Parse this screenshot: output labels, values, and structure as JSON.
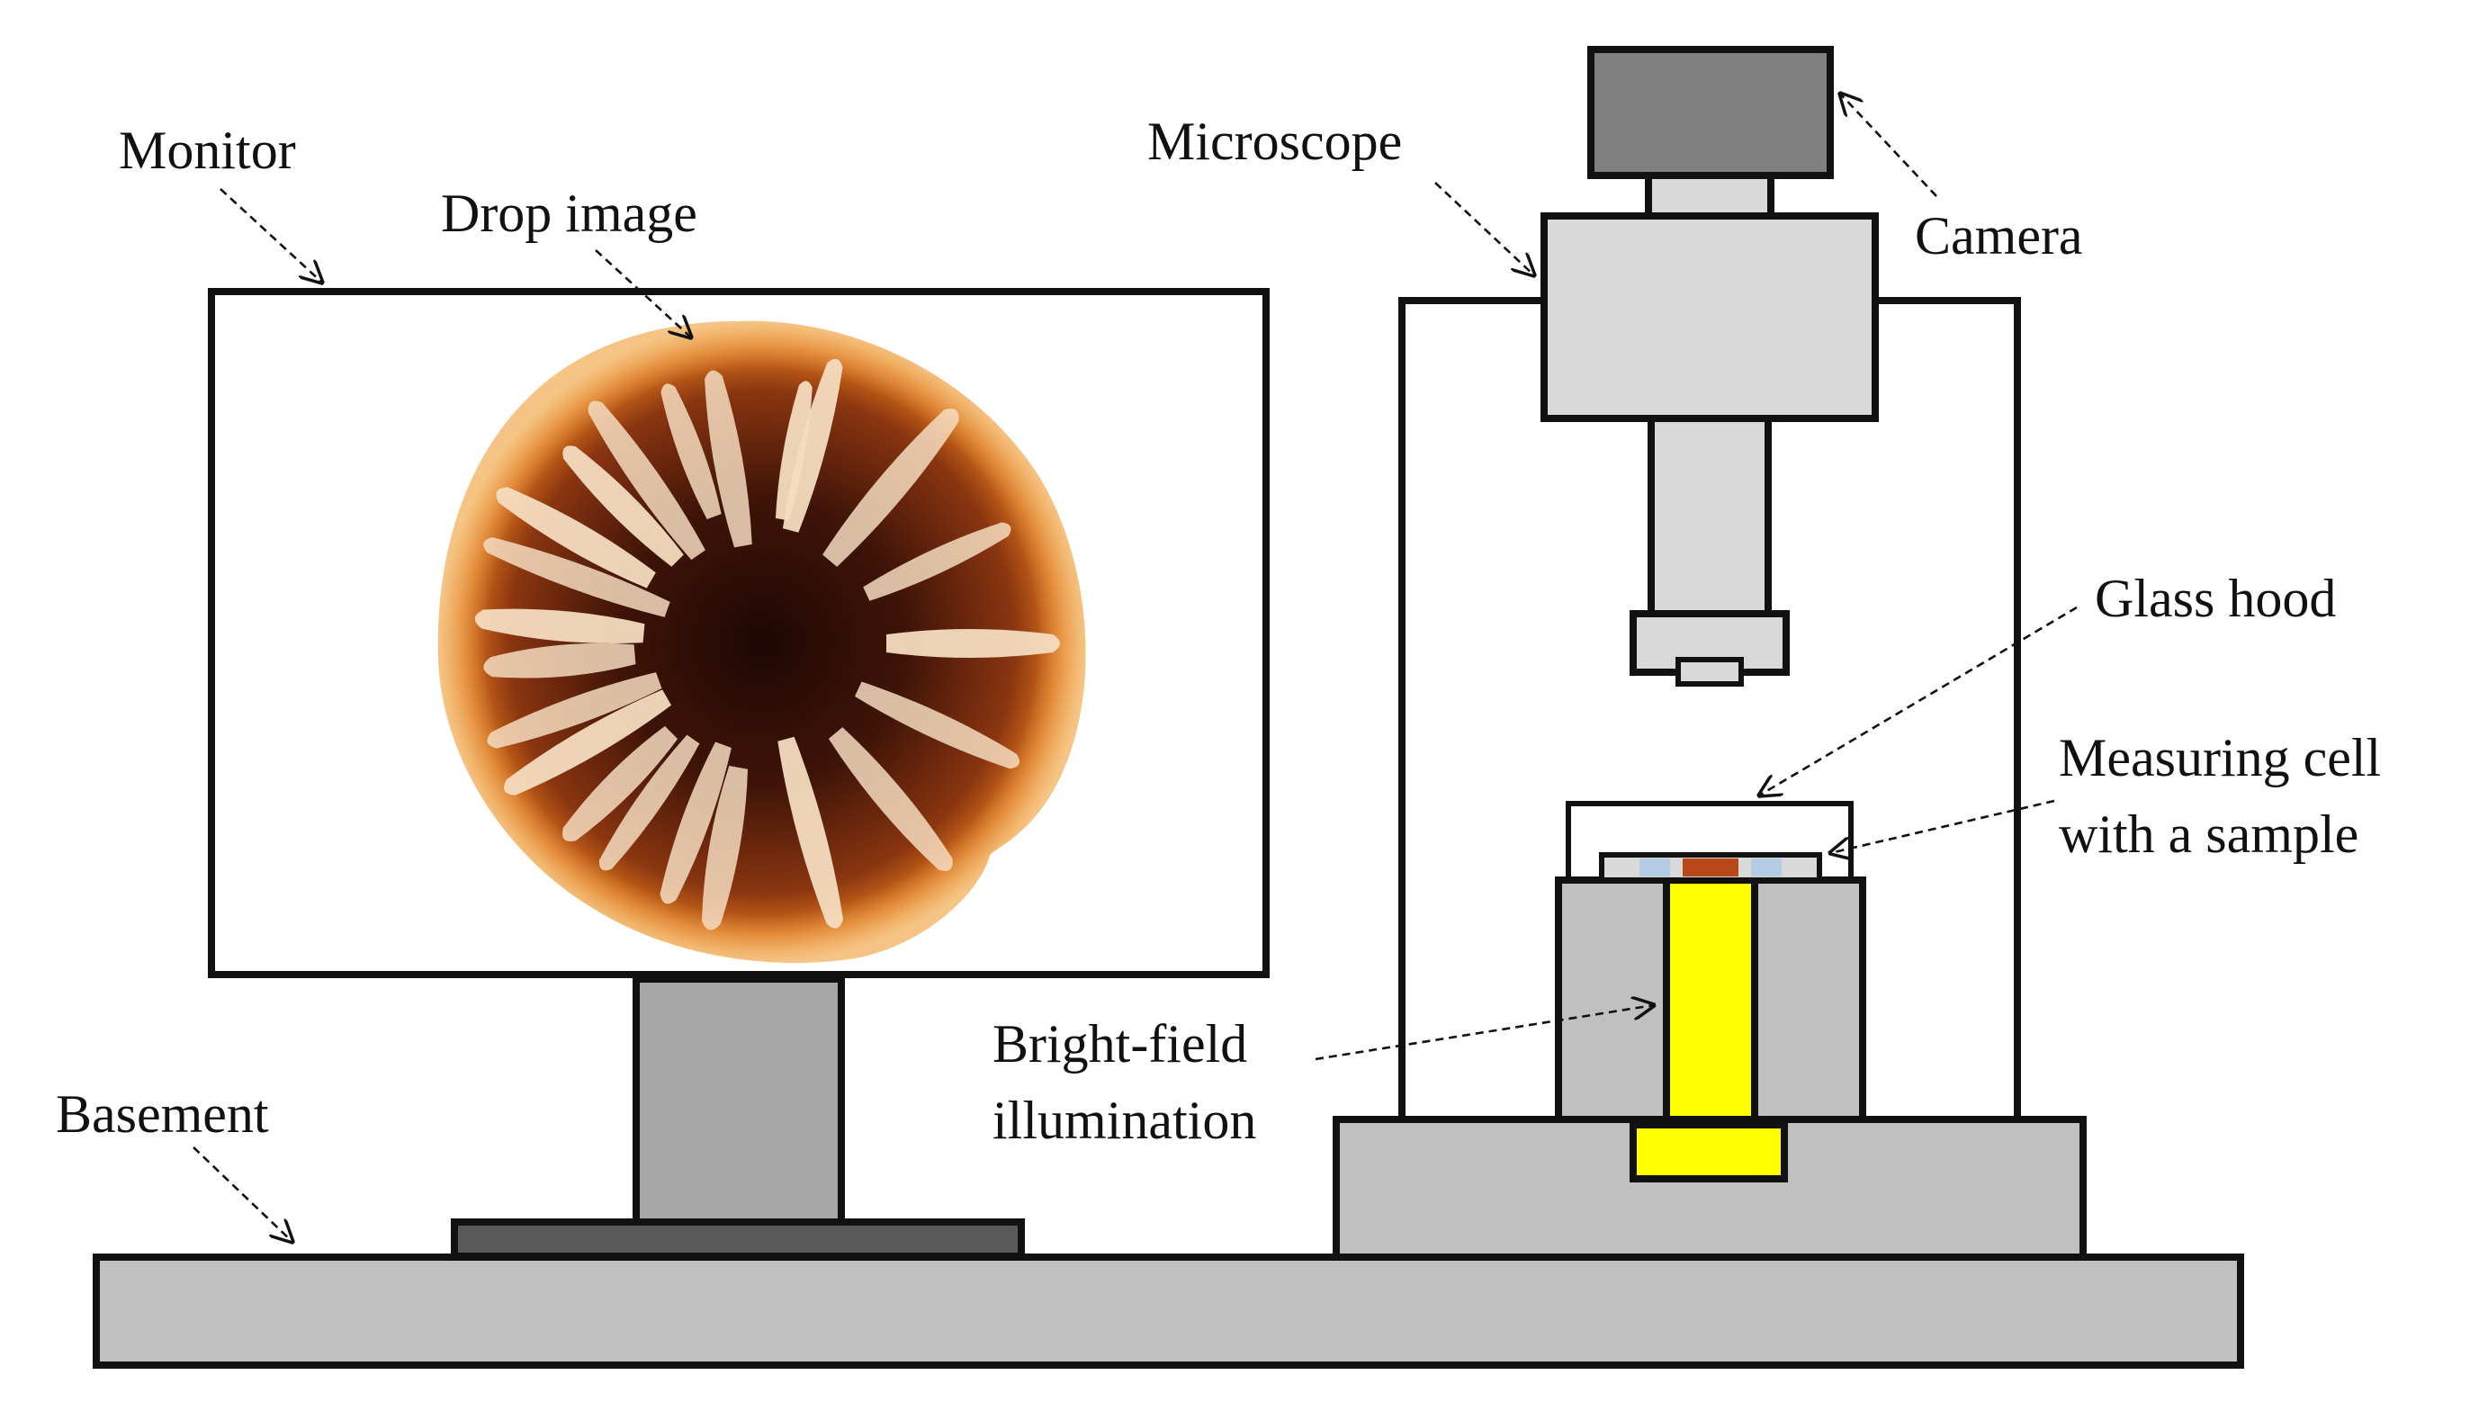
{
  "labels": {
    "monitor": "Monitor",
    "drop_image": "Drop image",
    "microscope": "Microscope",
    "camera": "Camera",
    "glass_hood": "Glass hood",
    "measuring_cell_line1": "Measuring cell",
    "measuring_cell_line2": "with a sample",
    "bright_field_line1": "Bright-field",
    "bright_field_line2": "illumination",
    "basement": "Basement"
  },
  "colors": {
    "outline": "#111111",
    "panel_gray": "#c0c0c0",
    "light_gray": "#d9d9d9",
    "dark_gray": "#808080",
    "stand_gray": "#a6a6a6",
    "illumination_yellow": "#ffff00",
    "sample_orange": "#b8471a",
    "cell_blue": "#b4cde4",
    "drop_orange": "#d9731c",
    "drop_dark": "#2a0c05",
    "drop_light": "#f4dcc0"
  }
}
